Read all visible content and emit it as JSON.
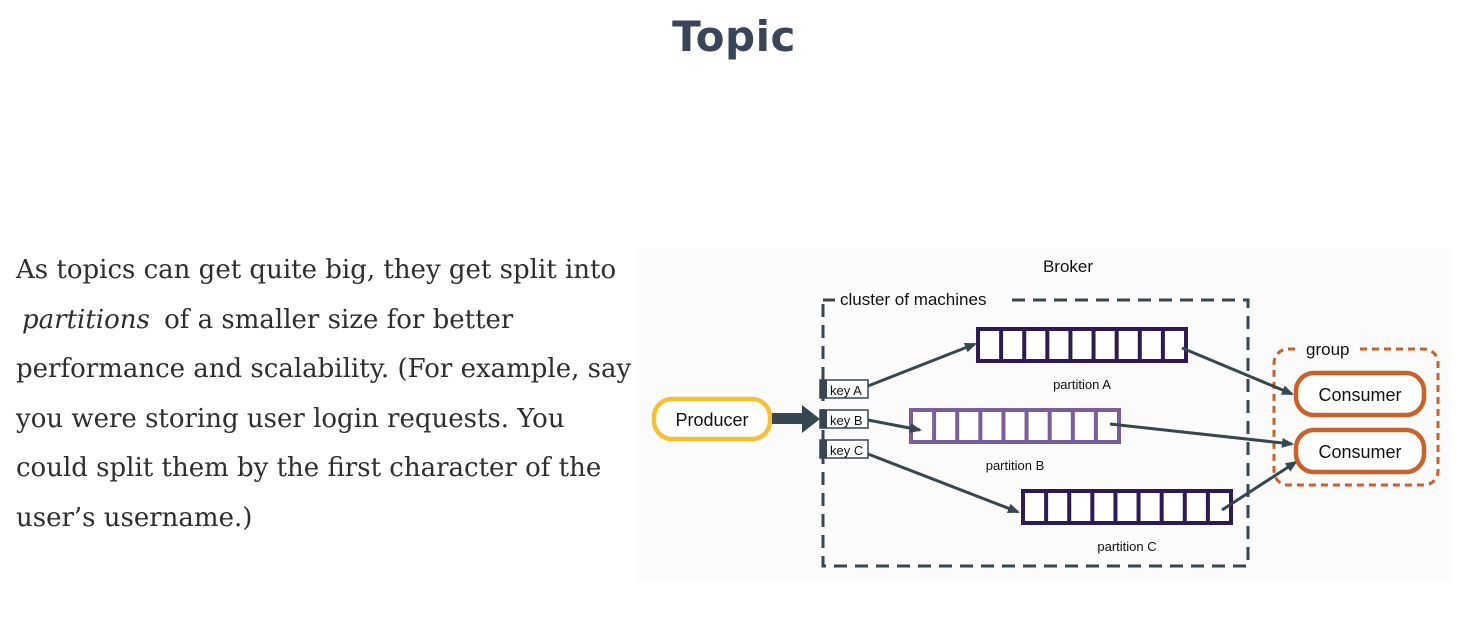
{
  "page": {
    "title": "Topic"
  },
  "description": {
    "part1": "As topics can get quite big, they get split into",
    "emphasis": "partitions",
    "part2": "of a smaller size for better performance and scalability. (For example, say you were storing user login requests. You could split them by the first character of the user’s username.)"
  },
  "diagram": {
    "broker_label": "Broker",
    "cluster_label": "cluster of machines",
    "group_label": "group",
    "producer_label": "Producer",
    "consumers": [
      "Consumer",
      "Consumer"
    ],
    "keys": [
      "key A",
      "key B",
      "key C"
    ],
    "partitions": [
      {
        "label": "partition A",
        "color": "#2d1b52",
        "cells": 9
      },
      {
        "label": "partition B",
        "color": "#7b5d9a",
        "cells": 9
      },
      {
        "label": "partition C",
        "color": "#2d1b52",
        "cells": 9
      }
    ],
    "colors": {
      "producer": "#f5c035",
      "consumer": "#c9612a",
      "arrow": "#36474f",
      "cluster_border": "#36474f",
      "group_border": "#c9612a"
    }
  }
}
